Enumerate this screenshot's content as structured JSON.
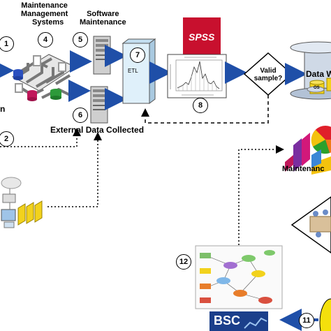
{
  "labels": {
    "mms_line1": "Maintenance",
    "mms_line2": "Management",
    "mms_line3": "Systems",
    "sw_line1": "Software",
    "sw_line2": "Maintenance",
    "external": "External Data Collected",
    "valid_line1": "Valid",
    "valid_line2": "sample?",
    "warehouse": "Data W",
    "maintenance_cut": "Maintenanc",
    "left_cut": "n",
    "etl": "ETL",
    "spss": "SPSS",
    "bsc": "BSC",
    "cyl_tag": "OS"
  },
  "steps": [
    "1",
    "2",
    "4",
    "5",
    "6",
    "7",
    "8",
    "11",
    "12"
  ],
  "colors": {
    "arrow_blue": "#1f4fa8",
    "spss_red": "#c8102e",
    "etl_fill": "#dff0fa",
    "bsc_blue": "#1b3f8b",
    "cylinder_yellow": "#f2d21c"
  }
}
